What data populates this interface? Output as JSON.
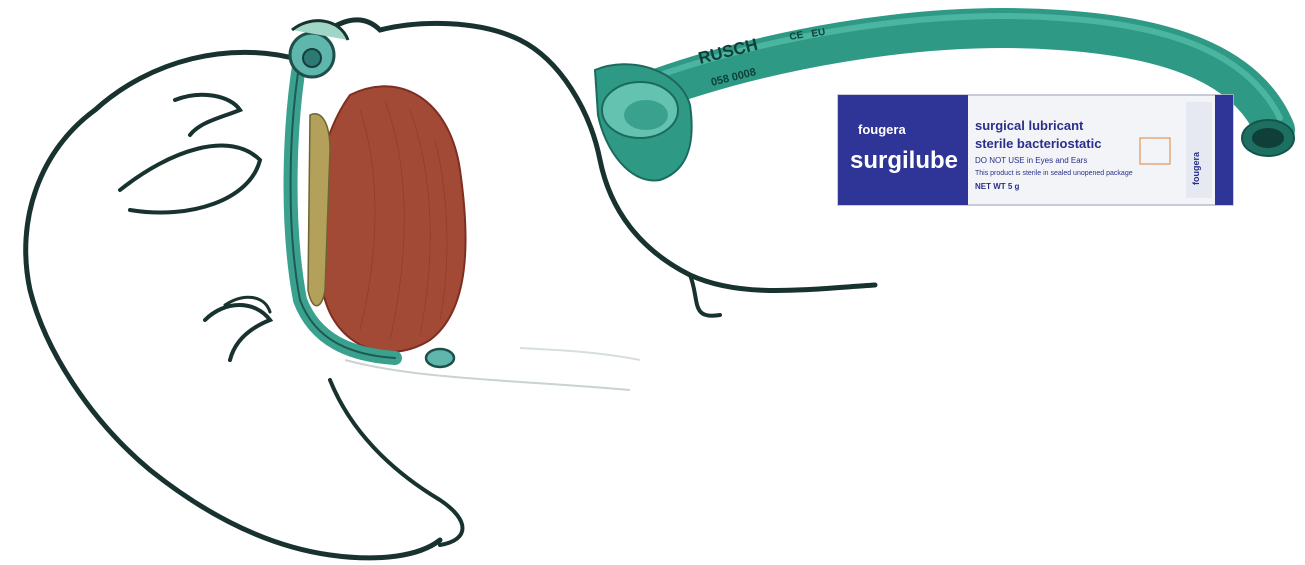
{
  "illustration": {
    "subject": "airway-insertion"
  },
  "airway_tube": {
    "printed_text": [
      "RUSCH",
      "CE",
      "EU"
    ],
    "print_line2": "058 0008",
    "color": "#2e9a86"
  },
  "lubricant_packet": {
    "maker": "fougera",
    "brand": "surgilube",
    "title_line1": "surgical lubricant",
    "title_line2": "sterile bacteriostatic",
    "warning": "DO NOT USE in Eyes and Ears",
    "note": "This product is sterile in sealed unopened package",
    "weight": "NET WT 5 g",
    "side_brand": "fougera",
    "band_color": "#2f3596"
  },
  "colors": {
    "outline": "#17322f",
    "tongue": "#a34a36",
    "teal": "#3aa18f",
    "tube": "#2e9a86"
  }
}
